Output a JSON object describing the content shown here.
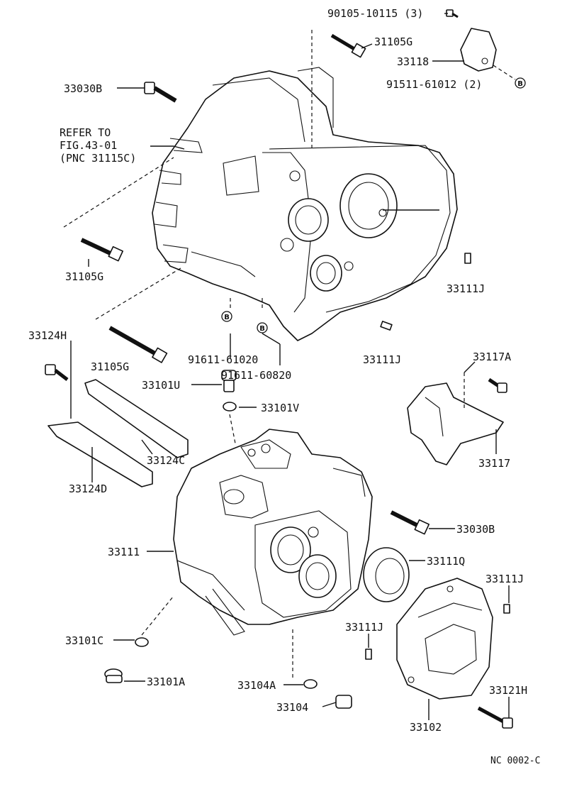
{
  "labels": {
    "p90105": "90105-10115 (3)",
    "p31105g_top": "31105G",
    "p33118": "33118",
    "p91511": "91511-61012 (2)",
    "p33030b_top": "33030B",
    "refer1": "REFER TO",
    "refer2": "FIG.43-01",
    "refer3": "(PNC 31115C)",
    "p31105g_mid": "31105G",
    "p33111j_a": "33111J",
    "p33124h": "33124H",
    "p31105g_low": "31105G",
    "p91611_61020": "91611-61020",
    "p91611_60820": "91611-60820",
    "p33111j_b": "33111J",
    "p33117a": "33117A",
    "p33101u": "33101U",
    "p33101v": "33101V",
    "p33124c": "33124C",
    "p33117": "33117",
    "p33124d": "33124D",
    "p33030b_low": "33030B",
    "p33111": "33111",
    "p33111q": "33111Q",
    "p33111j_c": "33111J",
    "p33101c": "33101C",
    "p33111j_d": "33111J",
    "p33101a": "33101A",
    "p33104a": "33104A",
    "p33121h": "33121H",
    "p33104": "33104",
    "p33102": "33102",
    "code": "NC 0002-C"
  },
  "markers": {
    "b": "B"
  }
}
